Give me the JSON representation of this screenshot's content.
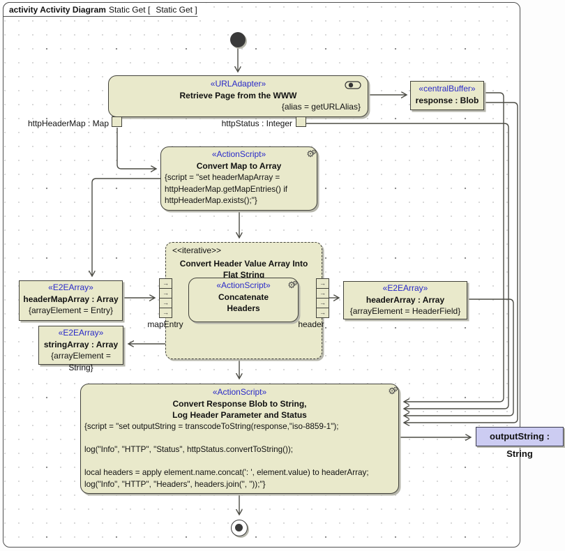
{
  "tab": {
    "keyword_bold": "activity Activity Diagram",
    "context": "Static Get [",
    "ref_name": "Static Get ]"
  },
  "colors": {
    "node_fill": "#e9e9cb",
    "node_border": "#41413a",
    "stereotype_blue": "#2929c8",
    "object_pin_fill": "#ccccf2",
    "edge": "#4b4b44",
    "shadow": "#b7b7ac"
  },
  "nodes": {
    "retrieve": {
      "stereotype": "«URLAdapter»",
      "title": "Retrieve Page from the WWW",
      "constraint": "{alias = getURLAlias}"
    },
    "response": {
      "stereotype": "«centralBuffer»",
      "title": "response : Blob"
    },
    "convert_map": {
      "stereotype": "«ActionScript»",
      "title": "Convert Map to Array",
      "script": "{script = \"set headerMapArray =\nhttpHeaderMap.getMapEntries() if\nhttpHeaderMap.exists();\"}"
    },
    "iterative": {
      "keyword": "<<iterative>>",
      "title": "Convert Header Value Array Into\nFlat String"
    },
    "concat": {
      "stereotype": "«ActionScript»",
      "title": "Concatenate\nHeaders"
    },
    "header_map_array": {
      "stereotype": "«E2EArray»",
      "title": "headerMapArray : Array",
      "constraint": "{arrayElement = Entry}"
    },
    "string_array": {
      "stereotype": "«E2EArray»",
      "title": "stringArray : Array",
      "constraint": "{arrayElement = String}"
    },
    "header_array": {
      "stereotype": "«E2EArray»",
      "title": "headerArray : Array",
      "constraint": "{arrayElement = HeaderField}"
    },
    "log_node": {
      "stereotype": "«ActionScript»",
      "title": "Convert Response Blob to String,\nLog Header Parameter and Status",
      "script": "{script = \"set outputString = transcodeToString(response,\"iso-8859-1\");\n\nlog(\"Info\", \"HTTP\", \"Status\", httpStatus.convertToString());\n\nlocal headers = apply element.name.concat(': ', element.value) to headerArray;\nlog(\"Info\", \"HTTP\", \"Headers\", headers.join(\", \"));\"}"
    },
    "output_string": {
      "title": "outputString : String"
    }
  },
  "pins": {
    "http_header_map": "httpHeaderMap : Map",
    "http_status": "httpStatus : Integer"
  },
  "labels": {
    "map_entry": "mapEntry",
    "header": "header"
  }
}
